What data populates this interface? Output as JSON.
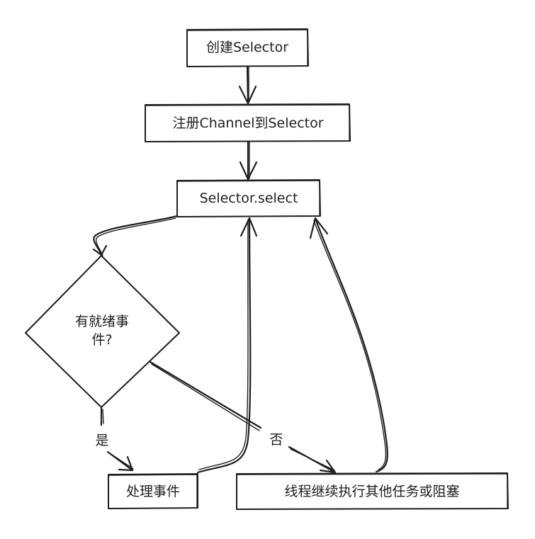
{
  "nodes": {
    "create_selector": "创建Selector",
    "register_channel": "注册Channel到Selector",
    "selector_select": "Selector.select",
    "has_ready_line1": "有就绪事",
    "has_ready_line2": "件?",
    "handle_event": "处理事件",
    "continue_other": "线程继续执行其他任务或阻塞"
  },
  "edges": {
    "yes_label": "是",
    "no_label": "否"
  },
  "colors": {
    "stroke": "#1e1e1e",
    "background": "#ffffff"
  }
}
